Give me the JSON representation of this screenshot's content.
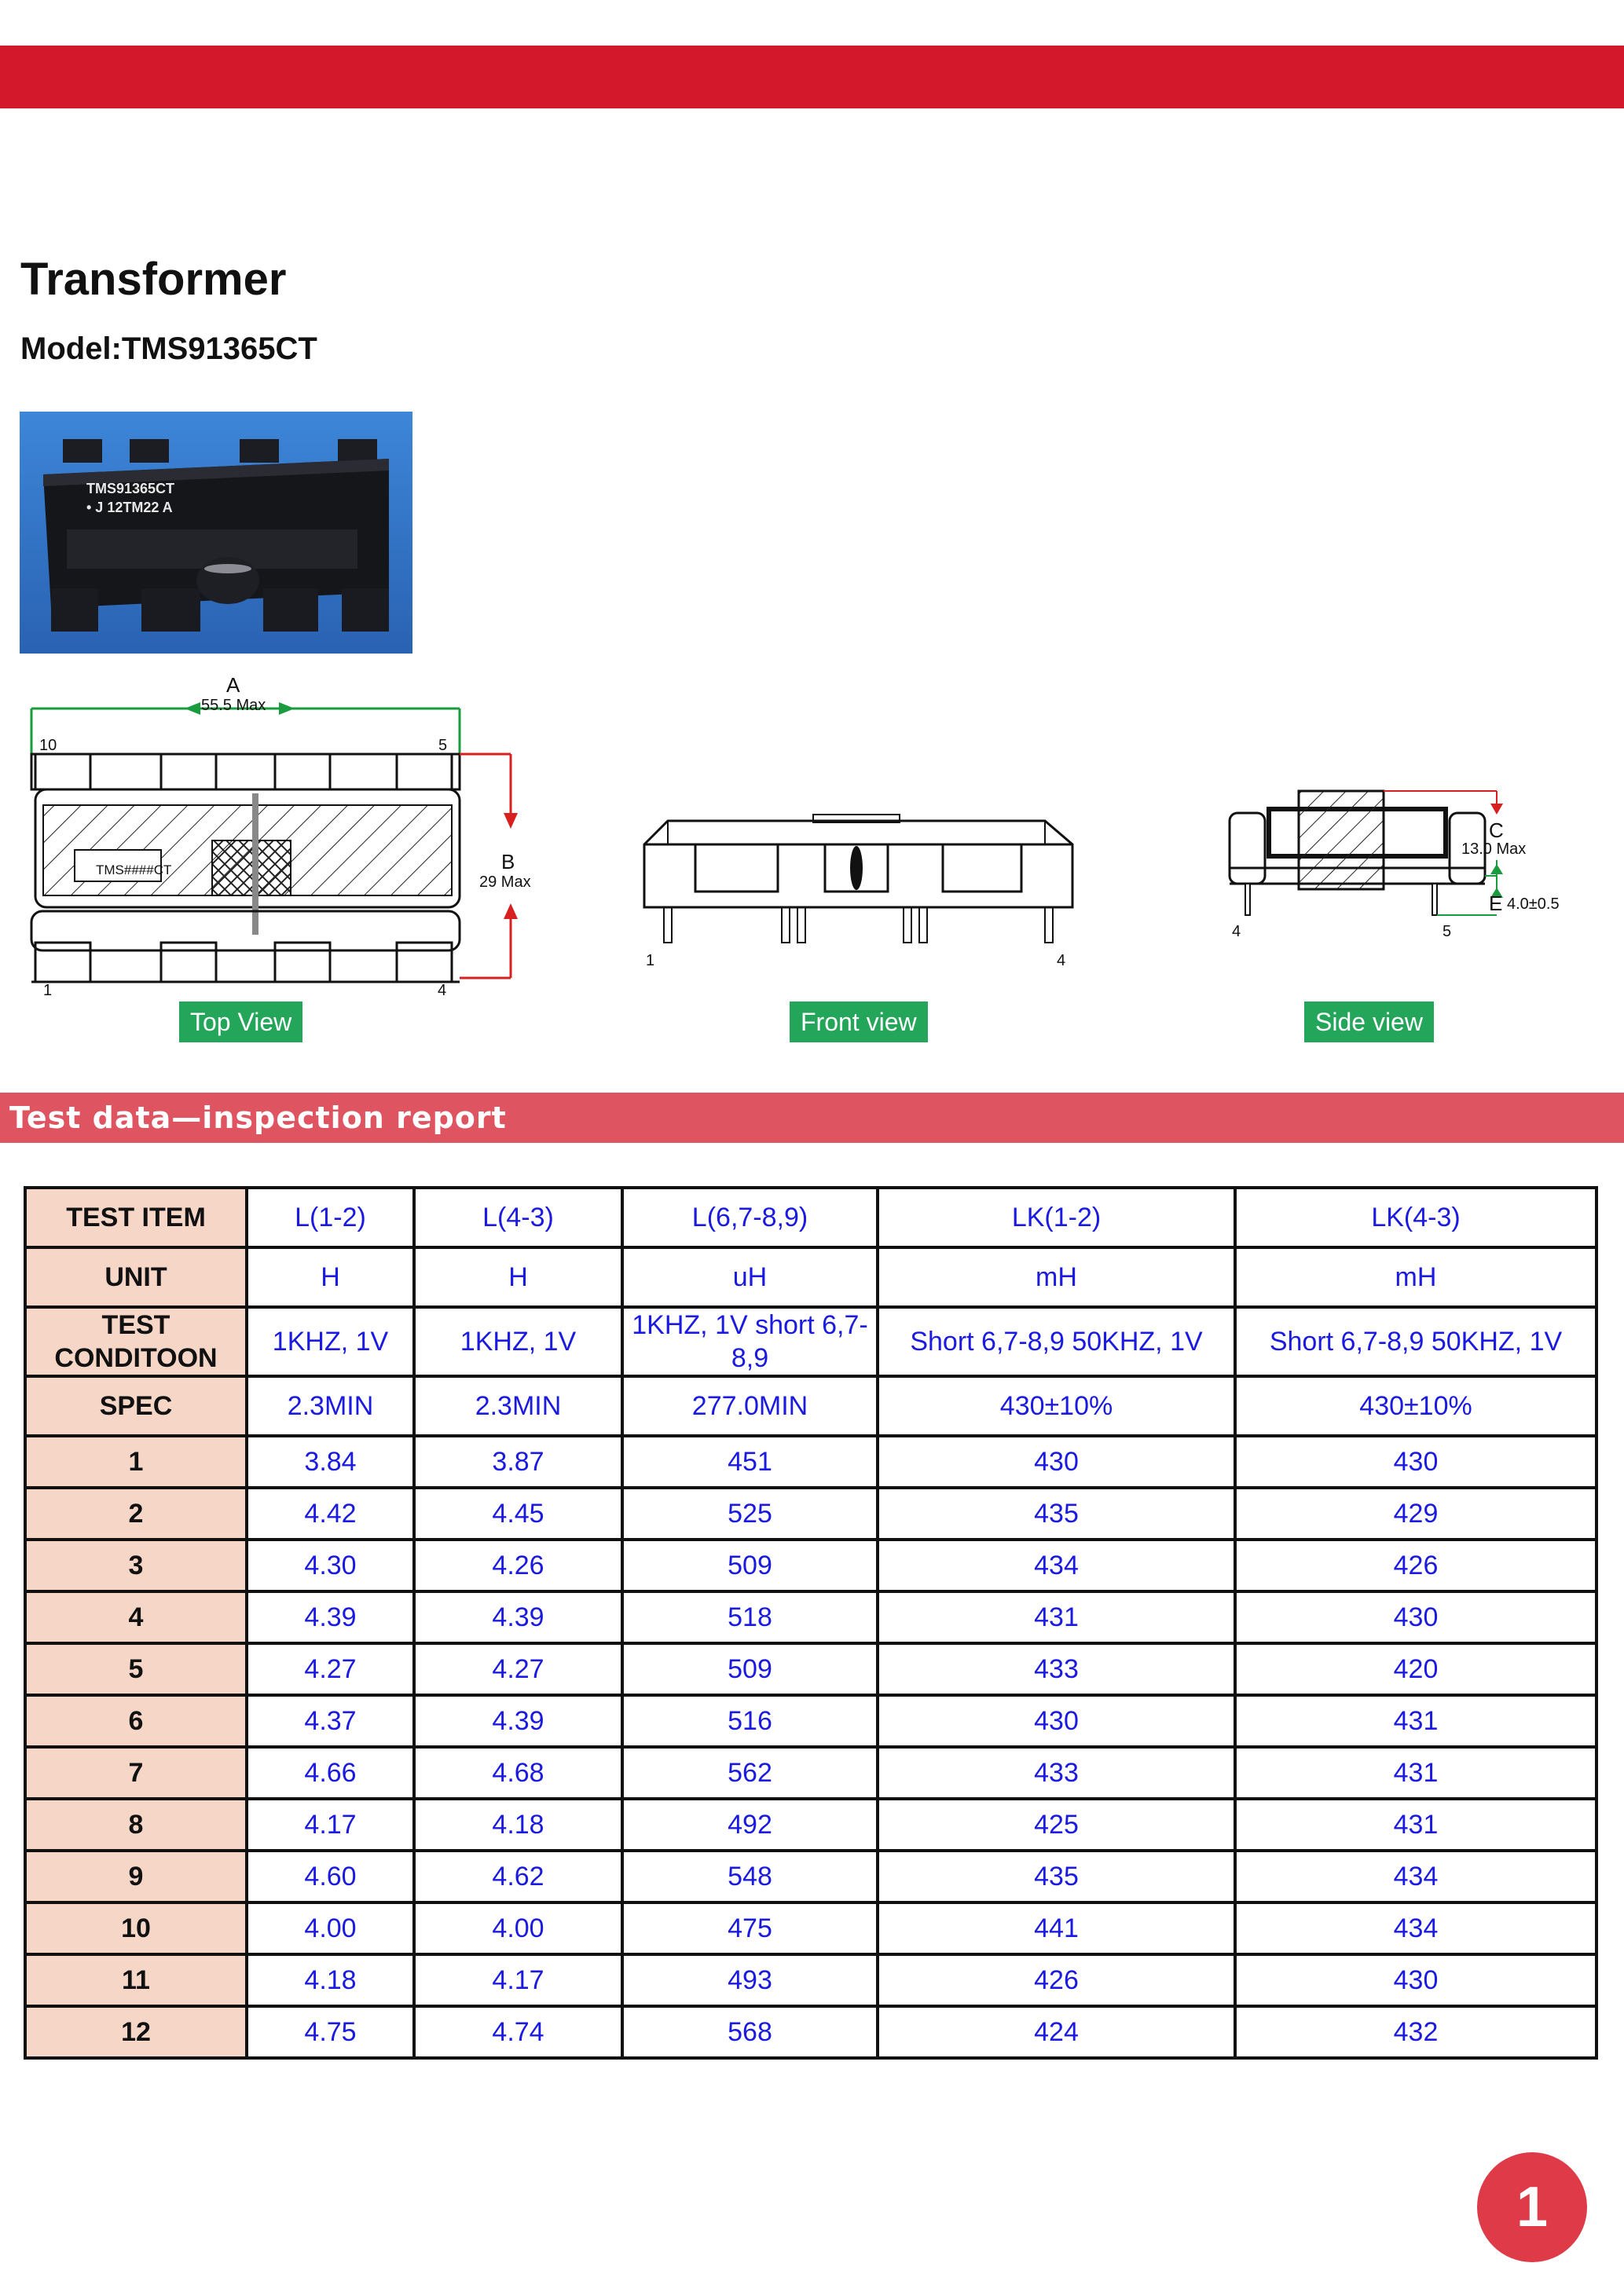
{
  "header": {
    "title": "Transformer",
    "model": "Model:TMS91365CT"
  },
  "photo": {
    "marking_line1": "TMS91365CT",
    "marking_line2": "• J 12TM22 A"
  },
  "drawings": {
    "top_view": {
      "label": "Top View",
      "dim_a_letter": "A",
      "dim_a_value": "55.5 Max",
      "dim_b_letter": "B",
      "dim_b_value": "29 Max",
      "pin_10": "10",
      "pin_5": "5",
      "pin_1": "1",
      "pin_4": "4",
      "part_marking": "TMS####CT"
    },
    "front_view": {
      "label": "Front view",
      "pin_1": "1",
      "pin_4": "4"
    },
    "side_view": {
      "label": "Side view",
      "dim_c_letter": "C",
      "dim_c_value": "13.0 Max",
      "dim_e_letter": "E",
      "dim_e_value": "4.0±0.5",
      "pin_4": "4",
      "pin_5": "5"
    }
  },
  "section": {
    "title": "Test data—inspection report"
  },
  "report": {
    "test_item_label": "TEST  ITEM",
    "unit_label": "UNIT",
    "condition_label_line1": "TEST",
    "condition_label_line2": "CONDITOON",
    "spec_label": "SPEC",
    "columns": [
      {
        "item": "L(1-2)",
        "unit": "H",
        "condition": "1KHZ,  1V",
        "spec": "2.3MIN"
      },
      {
        "item": "L(4-3)",
        "unit": "H",
        "condition": "1KHZ,  1V",
        "spec": "2.3MIN"
      },
      {
        "item": "L(6,7-8,9)",
        "unit": "uH",
        "condition": "1KHZ,  1V short 6,7-8,9",
        "spec": "277.0MIN"
      },
      {
        "item": "LK(1-2)",
        "unit": "mH",
        "condition": "Short 6,7-8,9 50KHZ,  1V",
        "spec": "430±10%"
      },
      {
        "item": "LK(4-3)",
        "unit": "mH",
        "condition": "Short 6,7-8,9 50KHZ,  1V",
        "spec": "430±10%"
      }
    ],
    "rows": [
      {
        "no": "1",
        "values": [
          "3.84",
          "3.87",
          "451",
          "430",
          "430"
        ]
      },
      {
        "no": "2",
        "values": [
          "4.42",
          "4.45",
          "525",
          "435",
          "429"
        ]
      },
      {
        "no": "3",
        "values": [
          "4.30",
          "4.26",
          "509",
          "434",
          "426"
        ]
      },
      {
        "no": "4",
        "values": [
          "4.39",
          "4.39",
          "518",
          "431",
          "430"
        ]
      },
      {
        "no": "5",
        "values": [
          "4.27",
          "4.27",
          "509",
          "433",
          "420"
        ]
      },
      {
        "no": "6",
        "values": [
          "4.37",
          "4.39",
          "516",
          "430",
          "431"
        ]
      },
      {
        "no": "7",
        "values": [
          "4.66",
          "4.68",
          "562",
          "433",
          "431"
        ]
      },
      {
        "no": "8",
        "values": [
          "4.17",
          "4.18",
          "492",
          "425",
          "431"
        ]
      },
      {
        "no": "9",
        "values": [
          "4.60",
          "4.62",
          "548",
          "435",
          "434"
        ]
      },
      {
        "no": "10",
        "values": [
          "4.00",
          "4.00",
          "475",
          "441",
          "434"
        ]
      },
      {
        "no": "11",
        "values": [
          "4.18",
          "4.17",
          "493",
          "426",
          "430"
        ]
      },
      {
        "no": "12",
        "values": [
          "4.75",
          "4.74",
          "568",
          "424",
          "432"
        ]
      }
    ]
  },
  "footer": {
    "page_number": "1"
  },
  "colors": {
    "brand_red": "#d3182b",
    "section_bar": "#de5460",
    "label_green": "#24a65a",
    "header_cell": "#f6d6c6",
    "value_blue": "#1a1ae0"
  }
}
